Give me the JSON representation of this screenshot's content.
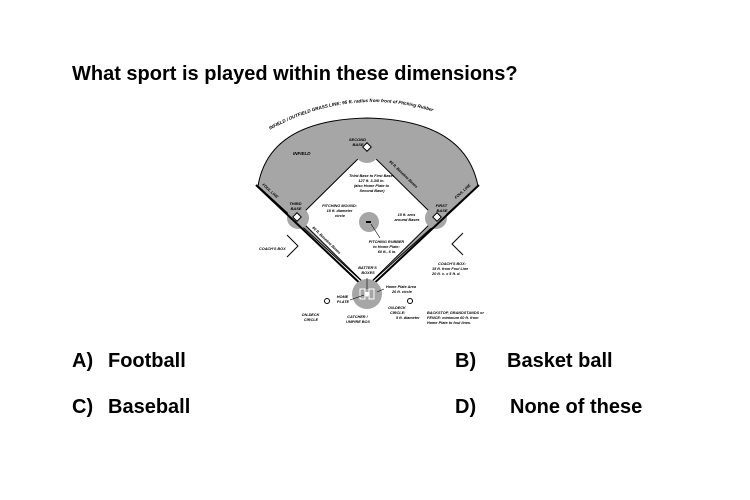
{
  "question": "What sport is played within these dimensions?",
  "diagram": {
    "infield_grass_line": "INFIELD / OUTFIELD GRASS LINE: 95 ft. radius from front of Pitching Rubber",
    "infield": "INFIELD",
    "second_base": [
      "SECOND",
      "BASE"
    ],
    "third_base": [
      "THIRD",
      "BASE"
    ],
    "first_base": [
      "FIRST",
      "BASE"
    ],
    "foul_line_left": "FOUL LINE",
    "foul_line_right": "FOUL LINE",
    "base_path_right": "60 ft. Baseline Bases",
    "base_path_left": "60 ft. Baseline Bases",
    "third_to_first": [
      "Third Base to First Base:",
      "127 ft. 3-3/8 in.",
      "(also Home Plate to",
      "Second Base)"
    ],
    "pitching_mound": [
      "PITCHING MOUND:",
      "18 ft. diameter",
      "circle"
    ],
    "arcs_around_bases": [
      "15 ft. arcs",
      "around Bases"
    ],
    "pitching_rubber": [
      "PITCHING RUBBER",
      "to Home Plate:",
      "60 ft., 6 in."
    ],
    "coaches_box_left": "COACH'S BOX",
    "coaches_box_right": [
      "COACH'S BOX:",
      "15 ft. from Foul Line",
      "20 ft. x. x 5 ft. d."
    ],
    "batters_boxes": [
      "BATTER'S",
      "BOXES"
    ],
    "home_plate_area": [
      "Home Plate Area",
      "26 ft. circle"
    ],
    "home_plate": [
      "HOME",
      "PLATE"
    ],
    "on_deck_left": [
      "ON-DECK",
      "CIRCLE"
    ],
    "catcher_box": [
      "CATCHER /",
      "UMPIRE BOX"
    ],
    "on_deck_right": [
      "ON-DECK",
      "CIRCLE:",
      "5 ft. diameter"
    ],
    "backstop": [
      "BACKSTOP, GRANDSTANDS or",
      "FENCE: minimum 60 ft. from",
      "Home Plate to foul lines."
    ]
  },
  "options": [
    {
      "letter": "A)",
      "text": "Football"
    },
    {
      "letter": "B)",
      "text": "Basket ball"
    },
    {
      "letter": "C)",
      "text": "Baseball"
    },
    {
      "letter": "D)",
      "text": "None of these"
    }
  ],
  "colors": {
    "field": "#a6a6a6",
    "lines": "#000000",
    "background": "#ffffff"
  }
}
